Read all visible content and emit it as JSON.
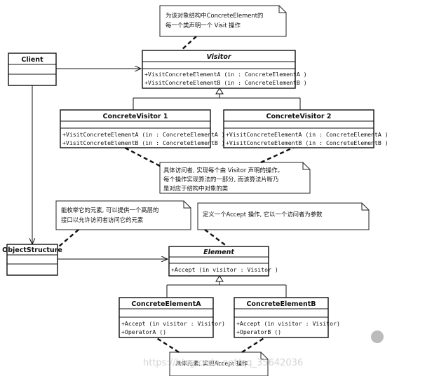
{
  "classes": {
    "client": {
      "name": "Client"
    },
    "visitor": {
      "name": "Visitor",
      "ops": [
        "+VisitConcreteElementA (in  : ConcreteElementA )",
        "+VisitConcreteElementB (in  : ConcreteElementB )"
      ]
    },
    "cv1": {
      "name": "ConcreteVisitor 1",
      "ops": [
        "+VisitConcreteElementA (in  : ConcreteElementA )",
        "+VisitConcreteElementB (in  : ConcreteElementB )"
      ]
    },
    "cv2": {
      "name": "ConcreteVisitor 2",
      "ops": [
        "+VisitConcreteElementA (in  : ConcreteElementA )",
        "+VisitConcreteElementB (in  : ConcreteElementB )"
      ]
    },
    "objstruct": {
      "name": "ObjectStructure"
    },
    "element": {
      "name": "Element",
      "ops": [
        "+Accept (in visitor  : Visitor )"
      ]
    },
    "cea": {
      "name": "ConcreteElementA",
      "ops": [
        "+Accept (in visitor  : Visitor)",
        "+OperatorA ()"
      ]
    },
    "ceb": {
      "name": "ConcreteElementB",
      "ops": [
        "+Accept (in visitor  : Visitor)",
        "+OperatorB ()"
      ]
    }
  },
  "notes": {
    "visitor_note": [
      "为该对象结构中ConcreteElement的",
      "每一个类声明一个 Visit 操作"
    ],
    "concrete_visitor_note": [
      "具体访问者, 实现每个由 Visitor 声明的操作。",
      "每个操作实现算法的一部分, 而该算法片断乃",
      "是对应于结构中对象的类"
    ],
    "objstruct_note": [
      "能枚举它的元素, 可以提供一个高层的",
      "接口以允许访问者访问它的元素"
    ],
    "element_note": [
      "定义一个Accept 操作, 它以一个访问者为参数"
    ],
    "concrete_element_note": [
      "具体元素, 实现Accept 操作"
    ]
  },
  "watermark": "https://blog.csdn.net/qq_35642036"
}
